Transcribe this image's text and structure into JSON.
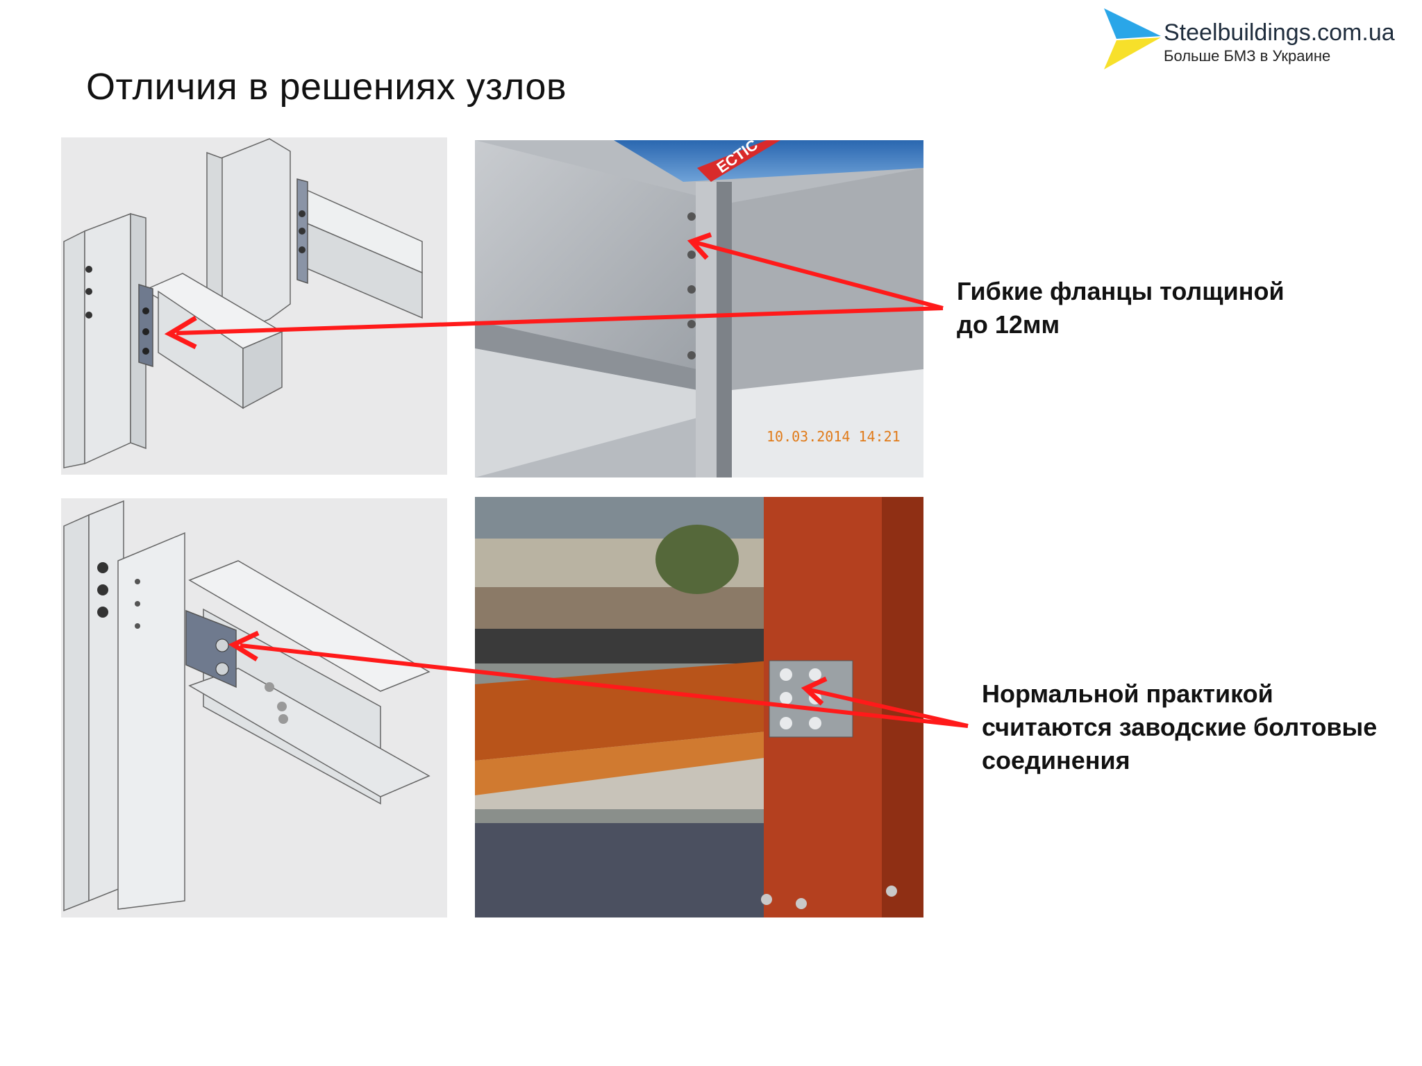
{
  "slide": {
    "title": "Отличия в решениях узлов"
  },
  "logo": {
    "name": "Steelbuildings.com.ua",
    "tagline": "Больше БМЗ в Украине"
  },
  "photo_top": {
    "timestamp": "10.03.2014  14:21",
    "banner_text": "ECTIC"
  },
  "notes": {
    "flexible_flanges": [
      "Гибкие фланцы толщиной",
      "до 12мм"
    ],
    "factory_bolts": [
      "Нормальной практикой",
      "считаются заводские болтовые",
      "соединения"
    ]
  },
  "colors": {
    "arrow": "#ff1a1a",
    "logo_blue": "#2aa6e8",
    "logo_yellow": "#f7e02a",
    "rust": "#b4401f"
  }
}
